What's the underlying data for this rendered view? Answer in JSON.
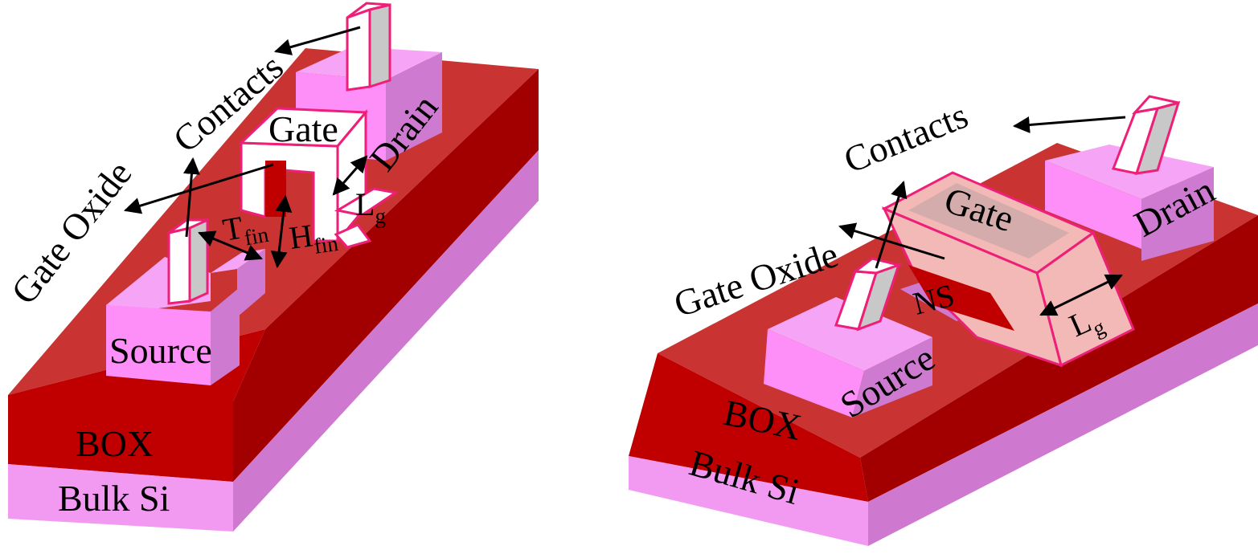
{
  "colors": {
    "box_top": "#c93332",
    "box_front": "#c00000",
    "box_side": "#a20000",
    "si_front": "#f29af2",
    "si_side": "#cf78cf",
    "pad_top": "#f6a5f6",
    "pad_front": "#ff8ff8",
    "pad_side": "#ce7ad0",
    "outline": "#ee1f78",
    "contact_side": "#c8c8c8",
    "gate_fill": "#f3b9b6"
  },
  "finfet": {
    "contacts": "Contacts",
    "gate": "Gate",
    "drain": "Drain",
    "gate_oxide": "Gate Oxide",
    "t_fin": "T",
    "t_fin_sub": "fin",
    "h_fin": "H",
    "h_fin_sub": "fin",
    "l_g": "L",
    "l_g_sub": "g",
    "source": "Source",
    "box": "BOX",
    "bulk": "Bulk Si"
  },
  "nsfet": {
    "contacts_top": "Contacts",
    "contacts": "Contacts",
    "gate": "Gate",
    "drain": "Drain",
    "gate_oxide": "Gate Oxide",
    "ns": "NS",
    "l_g": "L",
    "l_g_sub": "g",
    "source": "Source",
    "box": "BOX",
    "bulk": "Bulk Si"
  }
}
